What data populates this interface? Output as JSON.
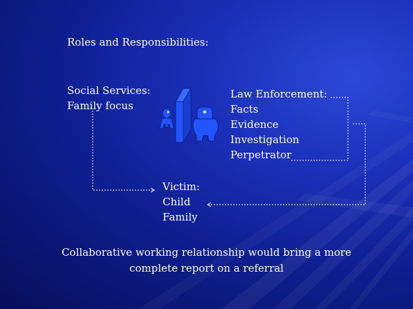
{
  "slide": {
    "title": "Roles and Responsibilities:",
    "social_services": {
      "heading": "Social Services:",
      "items": [
        "Family focus"
      ]
    },
    "law_enforcement": {
      "heading": "Law Enforcement:",
      "items": [
        "Facts",
        "Evidence",
        "Investigation",
        "Perpetrator"
      ]
    },
    "victim": {
      "heading": "Victim:",
      "items": [
        "Child",
        "Family"
      ]
    },
    "footer": {
      "line1": "Collaborative working relationship would bring a more",
      "line2": "complete report on a referral"
    }
  },
  "icons": [
    "small-figure-icon",
    "wall-icon",
    "large-figure-icon"
  ],
  "colors": {
    "background": "#1a2fb8",
    "text": "#ffffff",
    "figure": "#2255ff"
  }
}
